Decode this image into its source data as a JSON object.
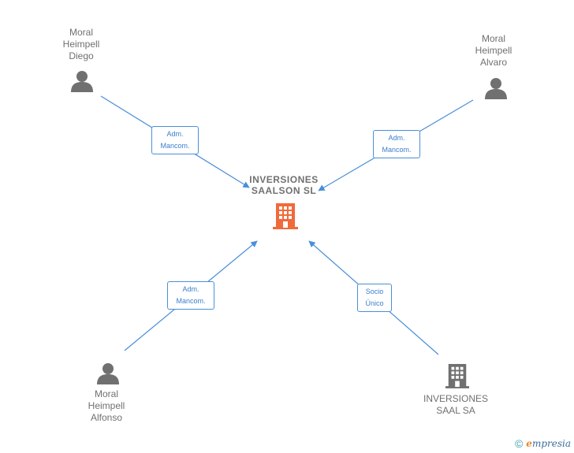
{
  "center": {
    "name_line1": "INVERSIONES",
    "name_line2": "SAALSON  SL",
    "icon": "building-icon",
    "color": "#f06a3a"
  },
  "people": {
    "diego": {
      "line1": "Moral",
      "line2": "Heimpell",
      "line3": "Diego",
      "icon": "person-icon"
    },
    "alvaro": {
      "line1": "Moral",
      "line2": "Heimpell",
      "line3": "Alvaro",
      "icon": "person-icon"
    },
    "alfonso": {
      "line1": "Moral",
      "line2": "Heimpell",
      "line3": "Alfonso",
      "icon": "person-icon"
    }
  },
  "company": {
    "line1": "INVERSIONES",
    "line2": "SAAL SA",
    "icon": "building-icon",
    "color": "#707070"
  },
  "edges": {
    "diego": {
      "line1": "Adm.",
      "line2": "Mancom."
    },
    "alvaro": {
      "line1": "Adm.",
      "line2": "Mancom."
    },
    "alfonso": {
      "line1": "Adm.",
      "line2": "Mancom."
    },
    "company": {
      "line1": "Socio",
      "line2": "Único"
    }
  },
  "footer": {
    "copyright_symbol": "©",
    "brand_first": "e",
    "brand_rest": "mpresia"
  },
  "colors": {
    "edge": "#4a8fd8",
    "node_text": "#707070",
    "person_icon": "#707070"
  }
}
